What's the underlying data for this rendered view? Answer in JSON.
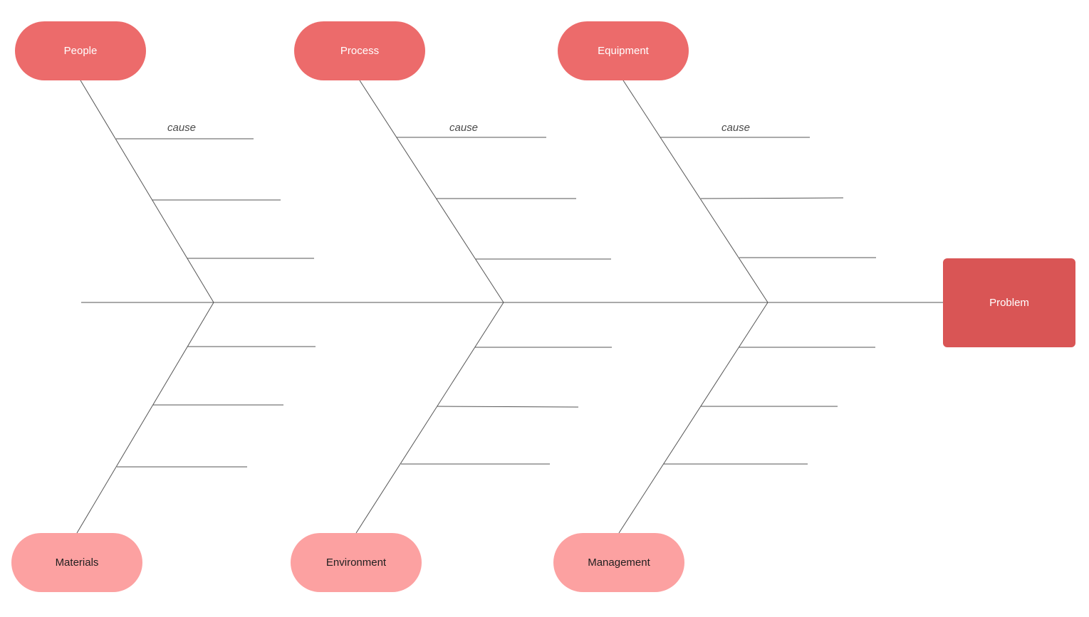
{
  "colors": {
    "top_category": "#ec6b6b",
    "bottom_category": "#fca1a1",
    "problem": "#d95555",
    "line": "#555555"
  },
  "problem": {
    "label": "Problem"
  },
  "categories_top": [
    {
      "label": "People"
    },
    {
      "label": "Process"
    },
    {
      "label": "Equipment"
    }
  ],
  "categories_bottom": [
    {
      "label": "Materials"
    },
    {
      "label": "Environment"
    },
    {
      "label": "Management"
    }
  ],
  "cause_label": "cause"
}
